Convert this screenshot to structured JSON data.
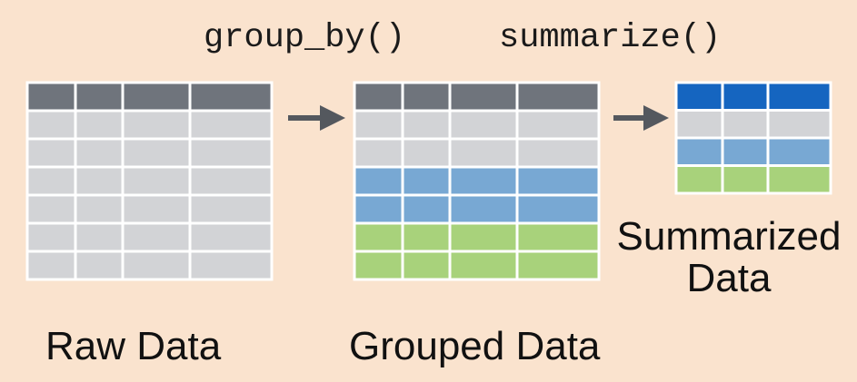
{
  "labels": {
    "group_by": "group_by()",
    "summarize": "summarize()",
    "raw": "Raw Data",
    "grouped": "Grouped Data",
    "summarized_line1": "Summarized",
    "summarized_line2": "Data"
  },
  "colors": {
    "background": "#fae3ce",
    "header_gray": "#6f747c",
    "row_gray": "#d2d3d6",
    "group_blue": "#78a8d3",
    "group_green": "#a8d27b",
    "header_blue": "#1565c0",
    "arrow": "#54585e",
    "cell_border": "#ffffff"
  },
  "tables": {
    "raw": {
      "columns": 4,
      "rows": [
        "header",
        "gray",
        "gray",
        "gray",
        "gray",
        "gray",
        "gray"
      ]
    },
    "grouped": {
      "columns": 4,
      "rows": [
        "header",
        "gray",
        "gray",
        "blue",
        "blue",
        "green",
        "green"
      ]
    },
    "summarized": {
      "columns": 3,
      "rows": [
        "header-blue",
        "gray",
        "blue",
        "green"
      ]
    }
  },
  "arrows": [
    "arrow-right-icon",
    "arrow-right-icon"
  ]
}
